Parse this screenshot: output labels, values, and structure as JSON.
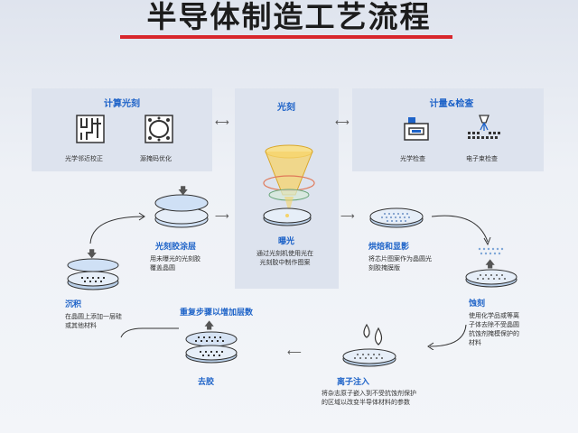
{
  "title": "半导体制造工艺流程",
  "panels": {
    "compute_litho": {
      "label": "计算光刻",
      "items": [
        "光学邻近校正",
        "源掩码优化"
      ]
    },
    "litho": {
      "label": "光刻"
    },
    "metrology": {
      "label": "计量&检查",
      "items": [
        "光学检查",
        "电子束检查"
      ]
    }
  },
  "steps": {
    "coating": {
      "label": "光刻胶涂层",
      "desc": [
        "用未曝光的光刻胶",
        "覆盖晶圆"
      ]
    },
    "exposure": {
      "label": "曝光",
      "desc": [
        "通过光刻机使用光在",
        "光刻胶中制作图案"
      ]
    },
    "develop": {
      "label": "烘焙和显影",
      "desc": [
        "将芯片图案作为晶圆光",
        "刻胶掩膜版"
      ]
    },
    "etch": {
      "label": "蚀刻",
      "desc": [
        "使用化学品或等离",
        "子体去除不受晶圆",
        "抗蚀剂掩模保护的",
        "材料"
      ]
    },
    "implant": {
      "label": "离子注入",
      "desc": [
        "将杂志原子嵌入到不受抗蚀剂保护",
        "的区域以改变半导体材料的参数"
      ]
    },
    "strip": {
      "label": "去胶"
    },
    "repeat": {
      "label": "重复步骤以增加层数"
    },
    "deposition": {
      "label": "沉积",
      "desc": [
        "在晶圆上添加一层硅",
        "或其他材料"
      ]
    }
  },
  "colors": {
    "accent": "#1e63c8",
    "title_bar": "#d8262c",
    "panel": "#dde3ee",
    "wafer": "#cfe0f5",
    "cone": "#f5d36a"
  }
}
